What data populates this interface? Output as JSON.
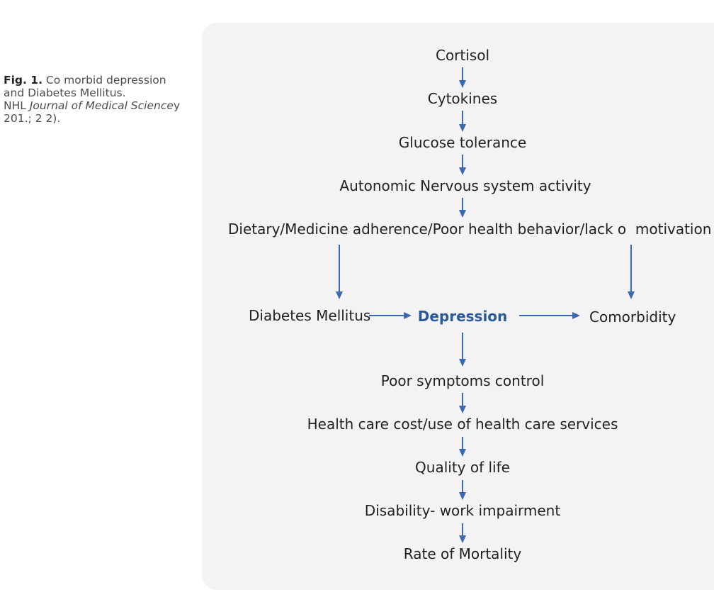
{
  "caption": {
    "fig_label": "Fig. 1.",
    "text_1": "Co morbid depression and Diabetes Mellitus.",
    "text_2": "NHL",
    "journal": "Journal of Medical Science",
    "text_3": "y 201.; 2 2)."
  },
  "nodes": {
    "cortisol": "Cortisol",
    "cytokines": "Cytokines",
    "glucose_tolerance": "Glucose tolerance",
    "autonomic": "Autonomic Nervous system activity",
    "adherence": "Dietary/Medicine adherence/Poor health behavior/lack o  motivation",
    "diabetes": "Diabetes Mellitus",
    "depression": "Depression",
    "comorbidity": "Comorbidity",
    "poor_symptoms": "Poor symptoms control",
    "health_cost": "Health care cost/use of health care services",
    "quality": "Quality of life",
    "disability": "Disability- work impairment",
    "mortality": "Rate of Mortality"
  },
  "colors": {
    "arrow": "#3d68ad",
    "highlight": "#2b5a9b",
    "panel": "#f3f3f3"
  }
}
